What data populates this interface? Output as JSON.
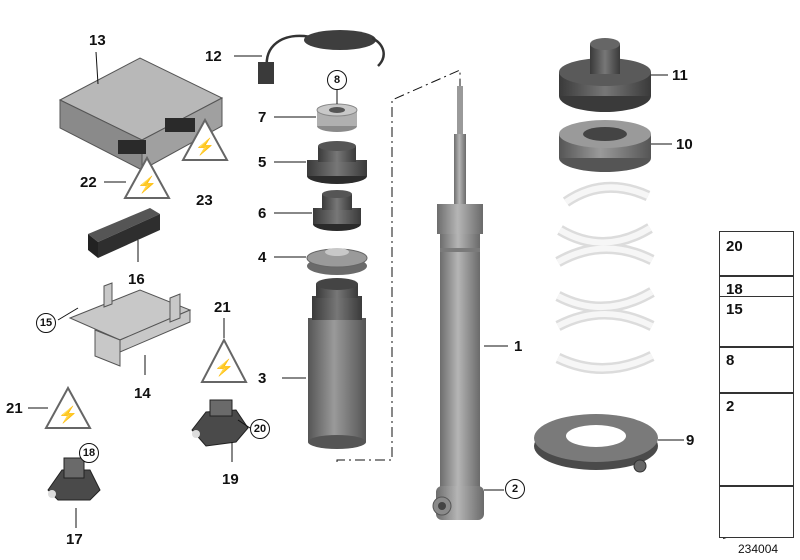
{
  "callouts": {
    "n1": "1",
    "n2": "2",
    "n3": "3",
    "n4": "4",
    "n5": "5",
    "n6": "6",
    "n7": "7",
    "n8": "8",
    "n9": "9",
    "n10": "10",
    "n11": "11",
    "n12": "12",
    "n13": "13",
    "n14": "14",
    "n15": "15",
    "n16": "16",
    "n17": "17",
    "n18": "18",
    "n19": "19",
    "n20": "20",
    "n21a": "21",
    "n21b": "21",
    "n22": "22",
    "n23": "23"
  },
  "side_panel": [
    "20",
    "18",
    "15",
    "8",
    "2"
  ],
  "ref_number": "234004",
  "colors": {
    "part_gray": "#8a8a8a",
    "dark_part": "#3a3a3a",
    "spring_white": "#f2f2f2",
    "line": "#111111"
  }
}
